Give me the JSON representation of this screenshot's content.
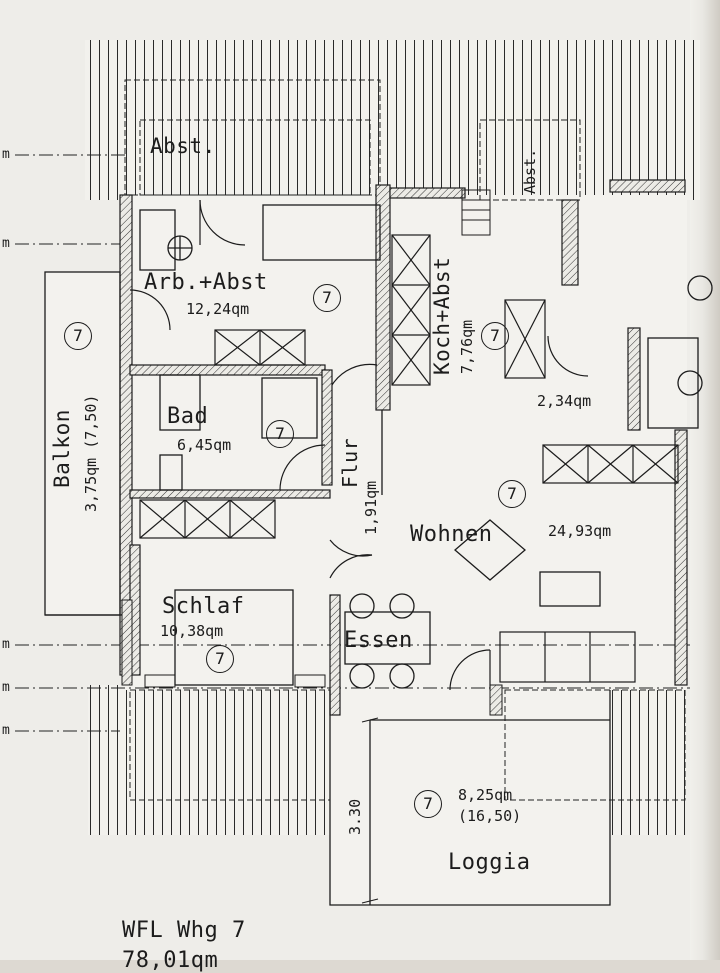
{
  "plan": {
    "unit_number": "7",
    "rooms": {
      "arbeit": {
        "name": "Arb.+Abst",
        "area": "12,24qm"
      },
      "bad": {
        "name": "Bad",
        "area": "6,45qm"
      },
      "balkon": {
        "name": "Balkon",
        "area": "3,75qm (7,50)"
      },
      "flur": {
        "name": "Flur",
        "area": "1,91qm"
      },
      "koch": {
        "name": "Koch+Abst",
        "area": "7,76qm"
      },
      "abst_small": {
        "area": "2,34qm"
      },
      "wohnen": {
        "name": "Wohnen",
        "area": "24,93qm"
      },
      "schlaf": {
        "name": "Schlaf",
        "area": "10,38qm"
      },
      "essen": {
        "name": "Essen"
      },
      "loggia": {
        "name": "Loggia",
        "area": "8,25qm",
        "area_extra": "(16,50)"
      }
    },
    "abst_labels": [
      "Abst.",
      "Abst."
    ],
    "dimension": "3.30",
    "level_marks": [
      "m",
      "m",
      "m",
      "m",
      "m"
    ],
    "footer": {
      "title": "WFL Whg 7",
      "total": "78,01qm"
    }
  }
}
